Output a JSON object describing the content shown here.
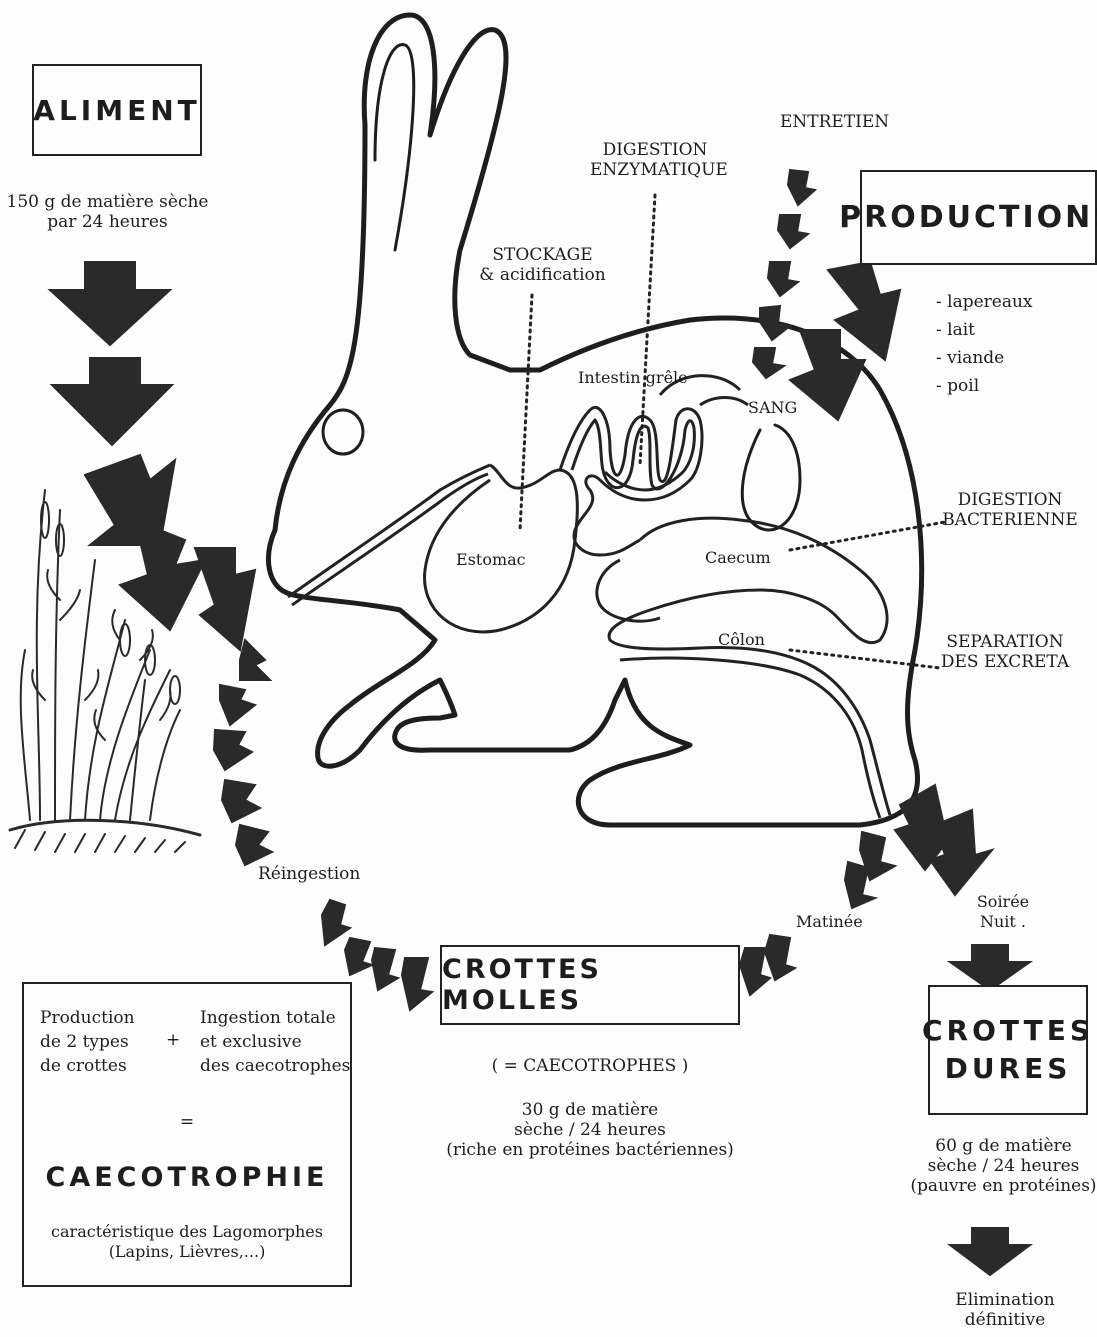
{
  "aliment": {
    "title": "ALIMENT",
    "line1": "150 g de matière sèche",
    "line2": "par 24 heures"
  },
  "productions": {
    "title": "PRODUCTIONS",
    "items": [
      "- lapereaux",
      "- lait",
      "- viande",
      "- poil"
    ]
  },
  "labels": {
    "entretien": "ENTRETIEN",
    "digestion_enz_1": "DIGESTION",
    "digestion_enz_2": "ENZYMATIQUE",
    "stockage_1": "STOCKAGE",
    "stockage_2": "& acidification",
    "intestin": "Intestin grêle",
    "sang": "SANG",
    "estomac": "Estomac",
    "caecum": "Caecum",
    "colon": "Côlon",
    "digestion_bact_1": "DIGESTION",
    "digestion_bact_2": "BACTERIENNE",
    "separation_1": "SEPARATION",
    "separation_2": "DES EXCRETA",
    "reingestion": "Réingestion",
    "matinee": "Matinée",
    "soiree": "Soirée",
    "nuit": "Nuit ."
  },
  "crottes_molles": {
    "title": "CROTTES MOLLES",
    "subtitle": "( = CAECOTROPHES )",
    "line1": "30 g de matière",
    "line2": "sèche / 24 heures",
    "line3": "(riche en protéines bactériennes)"
  },
  "crottes_dures": {
    "title_1": "CROTTES",
    "title_2": "DURES",
    "line1": "60 g de matière",
    "line2": "sèche / 24 heures",
    "line3": "(pauvre en protéines)",
    "final_1": "Elimination",
    "final_2": "définitive"
  },
  "caecotrophie_box": {
    "left_1": "Production",
    "left_2": "de 2 types",
    "left_3": "de crottes",
    "plus": "+",
    "right_1": "Ingestion totale",
    "right_2": "et exclusive",
    "right_3": "des caecotrophes",
    "equals": "=",
    "title": "CAECOTROPHIE",
    "foot_1": "caractéristique des Lagomorphes",
    "foot_2": "(Lapins, Lièvres,...)"
  }
}
